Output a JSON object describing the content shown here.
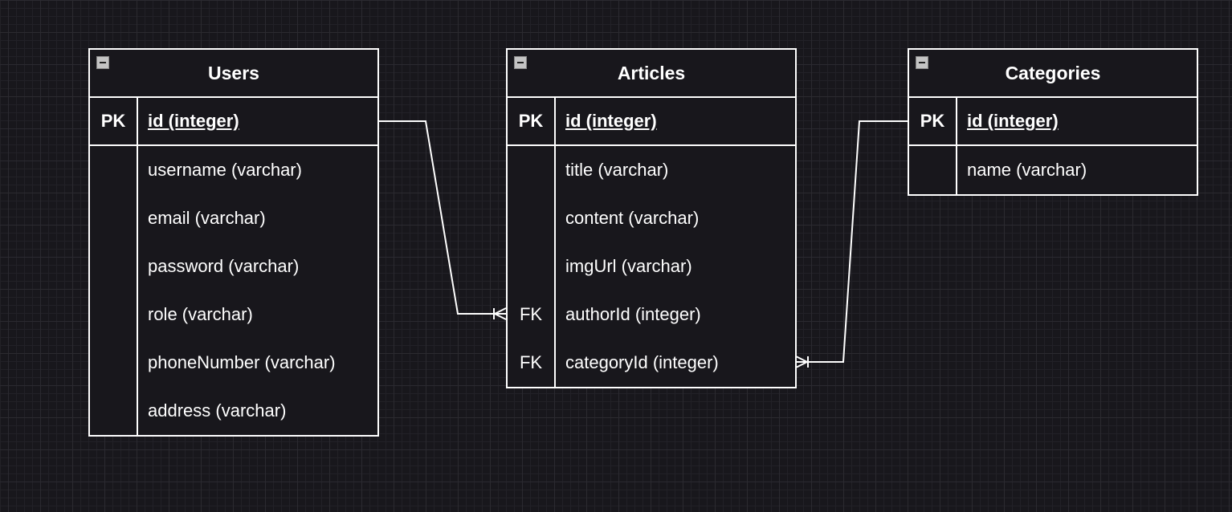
{
  "diagram": {
    "entities": [
      {
        "id": "users",
        "title": "Users",
        "fields": [
          {
            "key": "PK",
            "name": "id (integer)"
          },
          {
            "key": "",
            "name": "username (varchar)"
          },
          {
            "key": "",
            "name": "email (varchar)"
          },
          {
            "key": "",
            "name": "password (varchar)"
          },
          {
            "key": "",
            "name": "role (varchar)"
          },
          {
            "key": "",
            "name": "phoneNumber (varchar)"
          },
          {
            "key": "",
            "name": "address (varchar)"
          }
        ]
      },
      {
        "id": "articles",
        "title": "Articles",
        "fields": [
          {
            "key": "PK",
            "name": "id (integer)"
          },
          {
            "key": "",
            "name": "title (varchar)"
          },
          {
            "key": "",
            "name": "content (varchar)"
          },
          {
            "key": "",
            "name": "imgUrl (varchar)"
          },
          {
            "key": "FK",
            "name": "authorId (integer)"
          },
          {
            "key": "FK",
            "name": "categoryId (integer)"
          }
        ]
      },
      {
        "id": "categories",
        "title": "Categories",
        "fields": [
          {
            "key": "PK",
            "name": "id (integer)"
          },
          {
            "key": "",
            "name": "name (varchar)"
          }
        ]
      }
    ],
    "relationships": [
      {
        "from": "users.id (integer)",
        "to": "articles.authorId (integer)",
        "cardinality": "one-to-many"
      },
      {
        "from": "categories.id (integer)",
        "to": "articles.categoryId (integer)",
        "cardinality": "one-to-many"
      }
    ]
  },
  "colors": {
    "background": "#18171c",
    "line": "#ffffff",
    "grid": "#2b2a30"
  }
}
